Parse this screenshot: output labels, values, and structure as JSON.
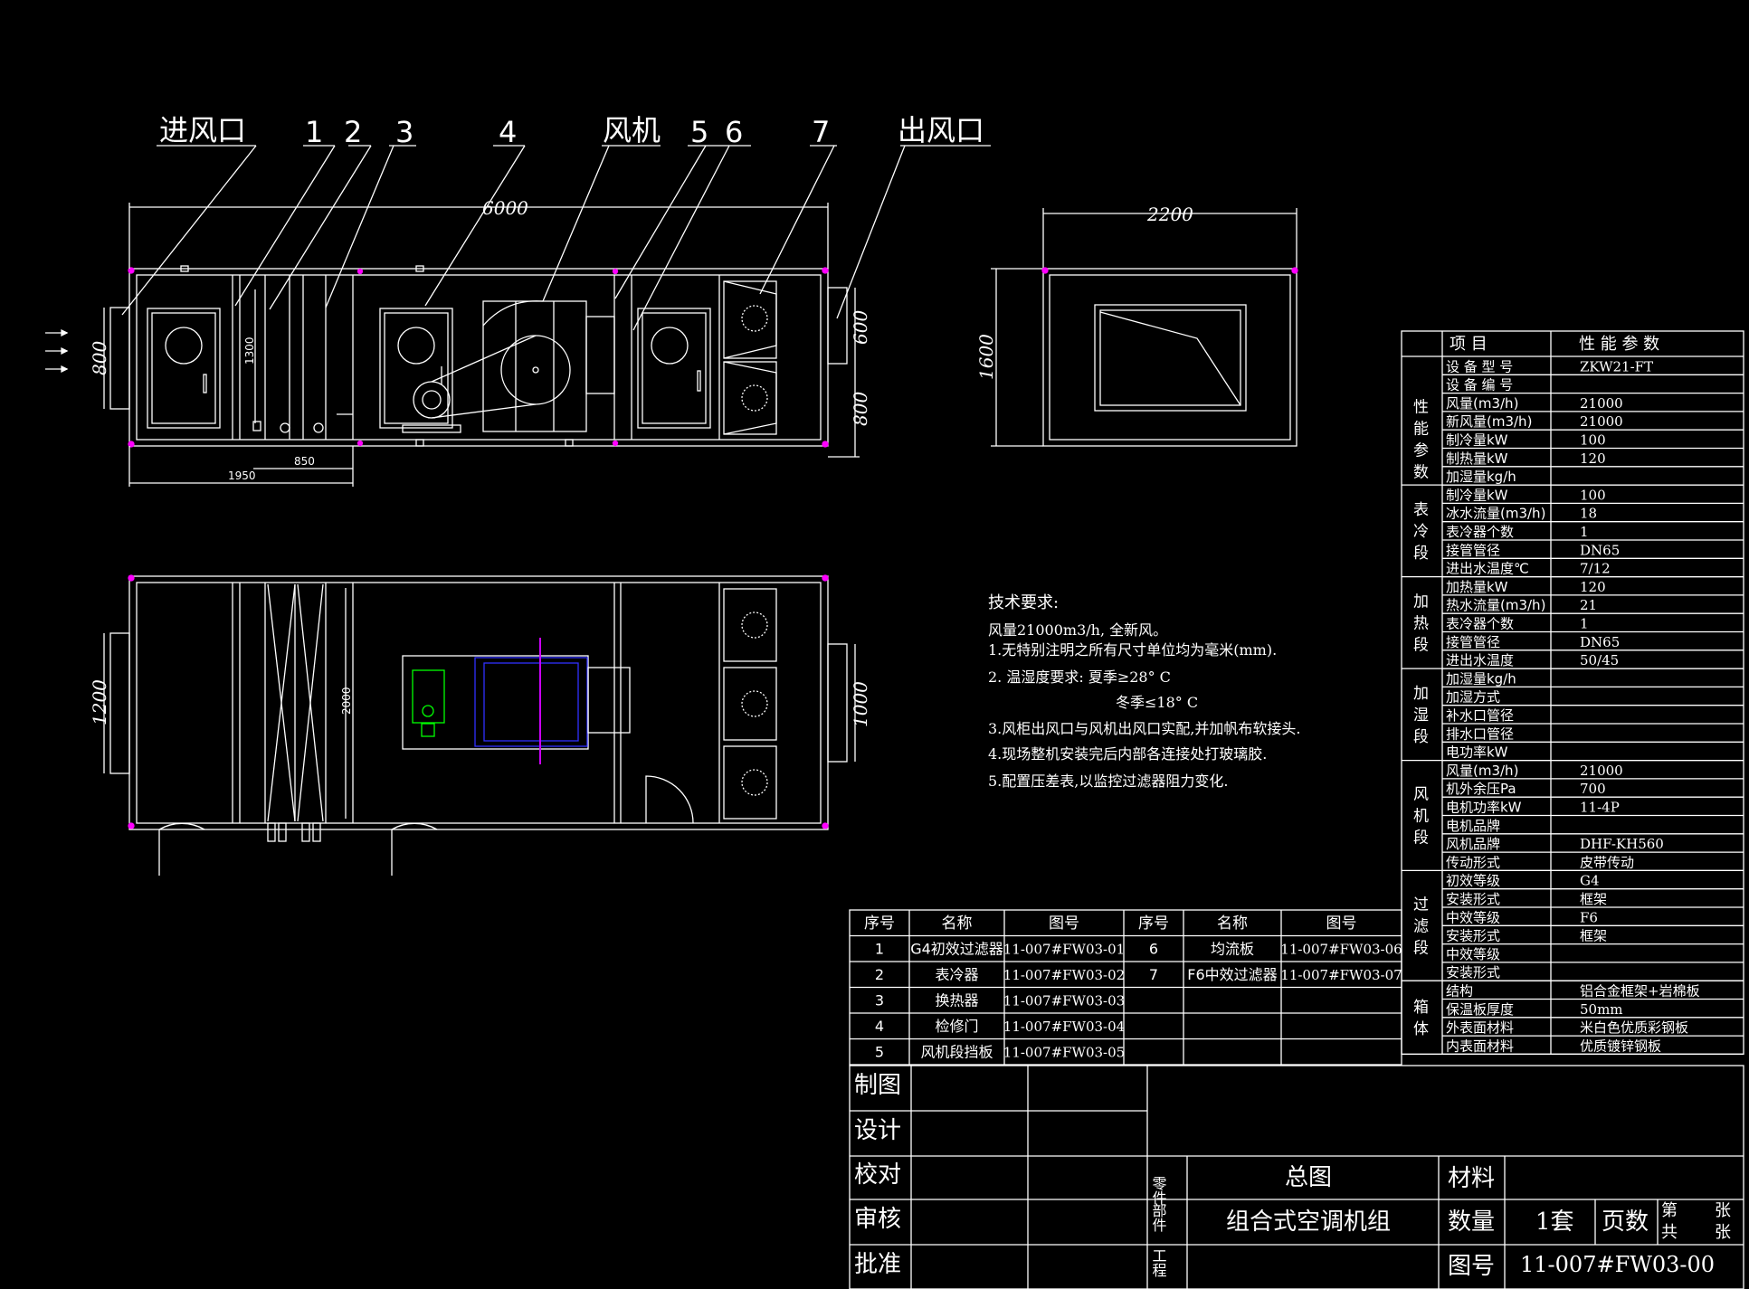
{
  "palette": {
    "line": "#ffffff",
    "corner": "#ff00ff",
    "motor": "#00ff00",
    "fan": "#3030ff",
    "accent": "#cc00ff",
    "bg": "#000000"
  },
  "callouts": {
    "inlet": "进风口",
    "n1": "1",
    "n2": "2",
    "n3": "3",
    "n4": "4",
    "fan": "风机",
    "n5": "5",
    "n6": "6",
    "n7": "7",
    "outlet": "出风口"
  },
  "dims": {
    "length": "6000",
    "width": "2200",
    "height": "1600",
    "inlet_h": "800",
    "inner_h": "1300",
    "d850": "850",
    "d1950": "1950",
    "outlet_h": "600",
    "outlet_b": "800",
    "plan_in": "1200",
    "plan_mid": "2000",
    "plan_out": "1000"
  },
  "tech": {
    "title": "技术要求:",
    "lines": [
      "风量21000m3/h, 全新风。",
      "1.无特别注明之所有尺寸单位均为毫米(mm).",
      "2. 温湿度要求: 夏季≥28° C",
      "冬季≤18° C",
      "3.风柜出风口与风机出风口实配,并加帆布软接头.",
      "4.现场整机安装完后内部各连接处打玻璃胶.",
      "5.配置压差表,以监控过滤器阻力变化."
    ]
  },
  "perf": {
    "h_item": "项    目",
    "h_value": "性 能 参 数",
    "top_rows": [
      {
        "label": "设 备 型 号",
        "value": "ZKW21-FT"
      },
      {
        "label": "设 备 编 号",
        "value": ""
      }
    ],
    "groups": [
      {
        "name": "性能参数",
        "rows": [
          {
            "label": "风量(m3/h)",
            "value": "21000"
          },
          {
            "label": "新风量(m3/h)",
            "value": "21000"
          },
          {
            "label": "制冷量kW",
            "value": "100"
          },
          {
            "label": "制热量kW",
            "value": "120"
          },
          {
            "label": "加湿量kg/h",
            "value": ""
          }
        ]
      },
      {
        "name": "表冷段",
        "rows": [
          {
            "label": "制冷量kW",
            "value": "100"
          },
          {
            "label": "冰水流量(m3/h)",
            "value": "18"
          },
          {
            "label": "表冷器个数",
            "value": "1"
          },
          {
            "label": "接管管径",
            "value": "DN65"
          },
          {
            "label": "进出水温度℃",
            "value": "7/12"
          }
        ]
      },
      {
        "name": "加热段",
        "rows": [
          {
            "label": "加热量kW",
            "value": "120"
          },
          {
            "label": "热水流量(m3/h)",
            "value": "21"
          },
          {
            "label": "表冷器个数",
            "value": "1"
          },
          {
            "label": "接管管径",
            "value": "DN65"
          },
          {
            "label": "进出水温度",
            "value": "50/45"
          }
        ]
      },
      {
        "name": "加湿段",
        "rows": [
          {
            "label": "加湿量kg/h",
            "value": ""
          },
          {
            "label": "加湿方式",
            "value": ""
          },
          {
            "label": "补水口管径",
            "value": ""
          },
          {
            "label": "排水口管径",
            "value": ""
          },
          {
            "label": "电功率kW",
            "value": ""
          }
        ]
      },
      {
        "name": "风机段",
        "rows": [
          {
            "label": "风量(m3/h)",
            "value": "21000"
          },
          {
            "label": "机外余压Pa",
            "value": "700"
          },
          {
            "label": "电机功率kW",
            "value": "11-4P"
          },
          {
            "label": "电机品牌",
            "value": ""
          },
          {
            "label": "风机品牌",
            "value": "DHF-KH560"
          },
          {
            "label": "传动形式",
            "value": "皮带传动"
          }
        ]
      },
      {
        "name": "过滤段",
        "rows": [
          {
            "label": "初效等级",
            "value": "G4"
          },
          {
            "label": "安装形式",
            "value": "框架"
          },
          {
            "label": "中效等级",
            "value": "F6"
          },
          {
            "label": "安装形式",
            "value": "框架"
          },
          {
            "label": "中效等级",
            "value": ""
          },
          {
            "label": "安装形式",
            "value": ""
          }
        ]
      },
      {
        "name": "箱体",
        "rows": [
          {
            "label": "结构",
            "value": "铝合金框架+岩棉板"
          },
          {
            "label": "保温板厚度",
            "value": "50mm"
          },
          {
            "label": "外表面材料",
            "value": "米白色优质彩钢板"
          },
          {
            "label": "内表面材料",
            "value": "优质镀锌钢板"
          }
        ]
      }
    ]
  },
  "parts": {
    "headers": [
      "序号",
      "名称",
      "图号",
      "序号",
      "名称",
      "图号"
    ],
    "rows": [
      [
        "1",
        "G4初效过滤器",
        "11-007#FW03-01",
        "6",
        "均流板",
        "11-007#FW03-06"
      ],
      [
        "2",
        "表冷器",
        "11-007#FW03-02",
        "7",
        "F6中效过滤器",
        "11-007#FW03-07"
      ],
      [
        "3",
        "换热器",
        "11-007#FW03-03",
        "",
        "",
        ""
      ],
      [
        "4",
        "检修门",
        "11-007#FW03-04",
        "",
        "",
        ""
      ],
      [
        "5",
        "风机段挡板",
        "11-007#FW03-05",
        "",
        "",
        ""
      ]
    ]
  },
  "title_block": {
    "roles": [
      "制图",
      "设计",
      "校对",
      "审核",
      "批准"
    ],
    "c1": "零件",
    "c2": "部件",
    "c3": "工程",
    "name1": "总图",
    "name2": "组合式空调机组",
    "material": "材料",
    "qty_label": "数量",
    "qty": "1套",
    "pages_label": "页数",
    "sheet": "第",
    "sheet_total": "共",
    "unit1": "张",
    "unit2": "张",
    "drawno_label": "图号",
    "drawno": "11-007#FW03-00"
  }
}
